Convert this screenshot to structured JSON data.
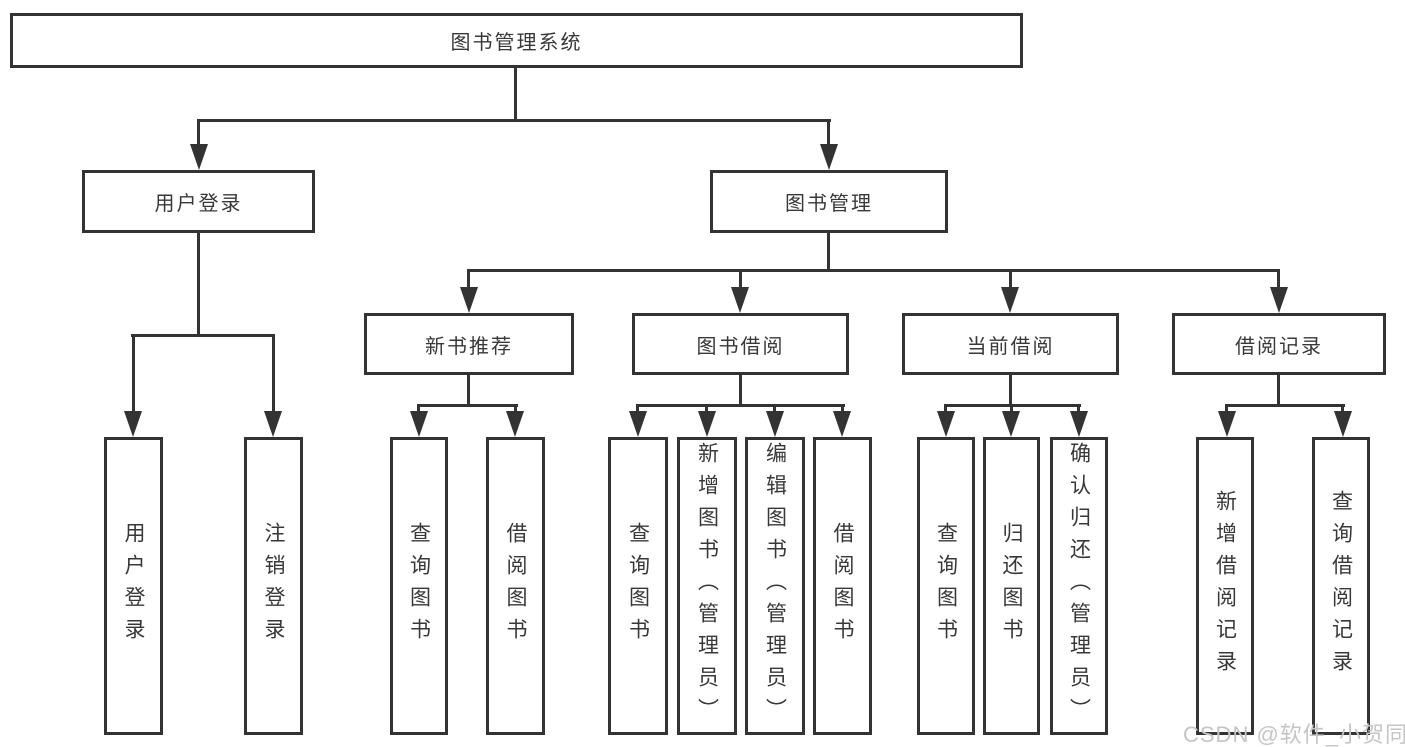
{
  "tree": {
    "root": {
      "label": "图书管理系统"
    },
    "branches": [
      {
        "label": "用户登录",
        "children": [
          {
            "label": "用户登录"
          },
          {
            "label": "注销登录"
          }
        ]
      },
      {
        "label": "图书管理",
        "groups": [
          {
            "label": "新书推荐",
            "children": [
              {
                "label": "查询图书"
              },
              {
                "label": "借阅图书"
              }
            ]
          },
          {
            "label": "图书借阅",
            "children": [
              {
                "label": "查询图书"
              },
              {
                "label": "新增图书（管理员）"
              },
              {
                "label": "编辑图书（管理员）"
              },
              {
                "label": "借阅图书"
              }
            ]
          },
          {
            "label": "当前借阅",
            "children": [
              {
                "label": "查询图书"
              },
              {
                "label": "归还图书"
              },
              {
                "label": "确认归还（管理员）"
              }
            ]
          },
          {
            "label": "借阅记录",
            "children": [
              {
                "label": "新增借阅记录"
              },
              {
                "label": "查询借阅记录"
              }
            ]
          }
        ]
      }
    ]
  },
  "watermark": {
    "text": "CSDN @软件_小贺同学"
  },
  "colors": {
    "line": "#333333",
    "background": "#ffffff",
    "text": "#383838",
    "watermark": "#c5c5c5"
  }
}
